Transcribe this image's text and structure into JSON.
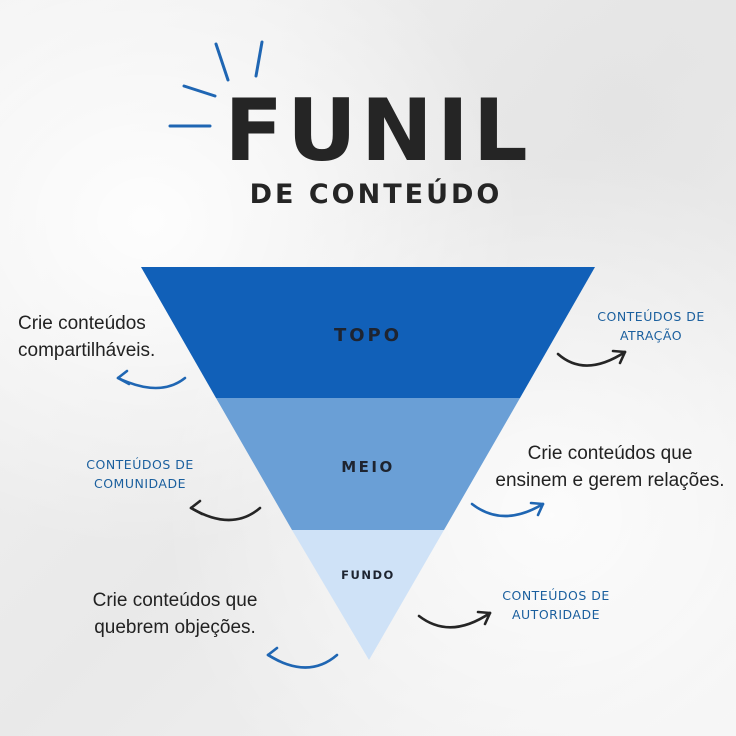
{
  "header": {
    "title": "FUNIL",
    "subtitle": "DE CONTEÚDO"
  },
  "funnel": {
    "tiers": [
      {
        "label": "TOPO",
        "color": "#1160b8"
      },
      {
        "label": "MEIO",
        "color": "#6a9fd6"
      },
      {
        "label": "FUNDO",
        "color": "#cfe2f7"
      }
    ]
  },
  "notes": {
    "topo_action": "Crie conteúdos compartilháveis.",
    "topo_type": "CONTEÚDOS DE ATRAÇÃO",
    "meio_type": "CONTEÚDOS DE COMUNIDADE",
    "meio_action": "Crie conteúdos que ensinem e gerem relações.",
    "fundo_action": "Crie conteúdos que quebrem objeções.",
    "fundo_type": "CONTEÚDOS DE AUTORIDADE"
  },
  "colors": {
    "accent_blue": "#1f66b3",
    "arrow_dark": "#252525",
    "text_dark": "#252525",
    "tag_blue": "#1a5f9e"
  }
}
